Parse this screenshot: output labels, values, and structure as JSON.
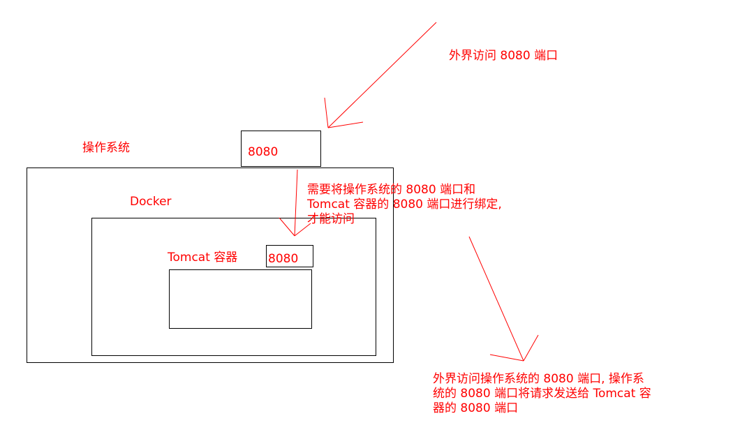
{
  "labels": {
    "external_access": "外界访问 8080 端口",
    "os": "操作系统",
    "docker": "Docker",
    "tomcat": "Tomcat 容器",
    "port_os": "8080",
    "port_tomcat": "8080"
  },
  "notes": {
    "binding": [
      "需要将操作系统的 8080 端口和",
      "Tomcat 容器的 8080 端口进行绑定,",
      "才能访问"
    ],
    "flow": [
      "外界访问操作系统的 8080 端口, 操作系",
      "统的 8080 端口将请求发送给 Tomcat 容",
      "器的 8080 端口"
    ]
  },
  "colors": {
    "annotation": "#ff0000",
    "box_border": "#000000",
    "background": "#ffffff"
  }
}
